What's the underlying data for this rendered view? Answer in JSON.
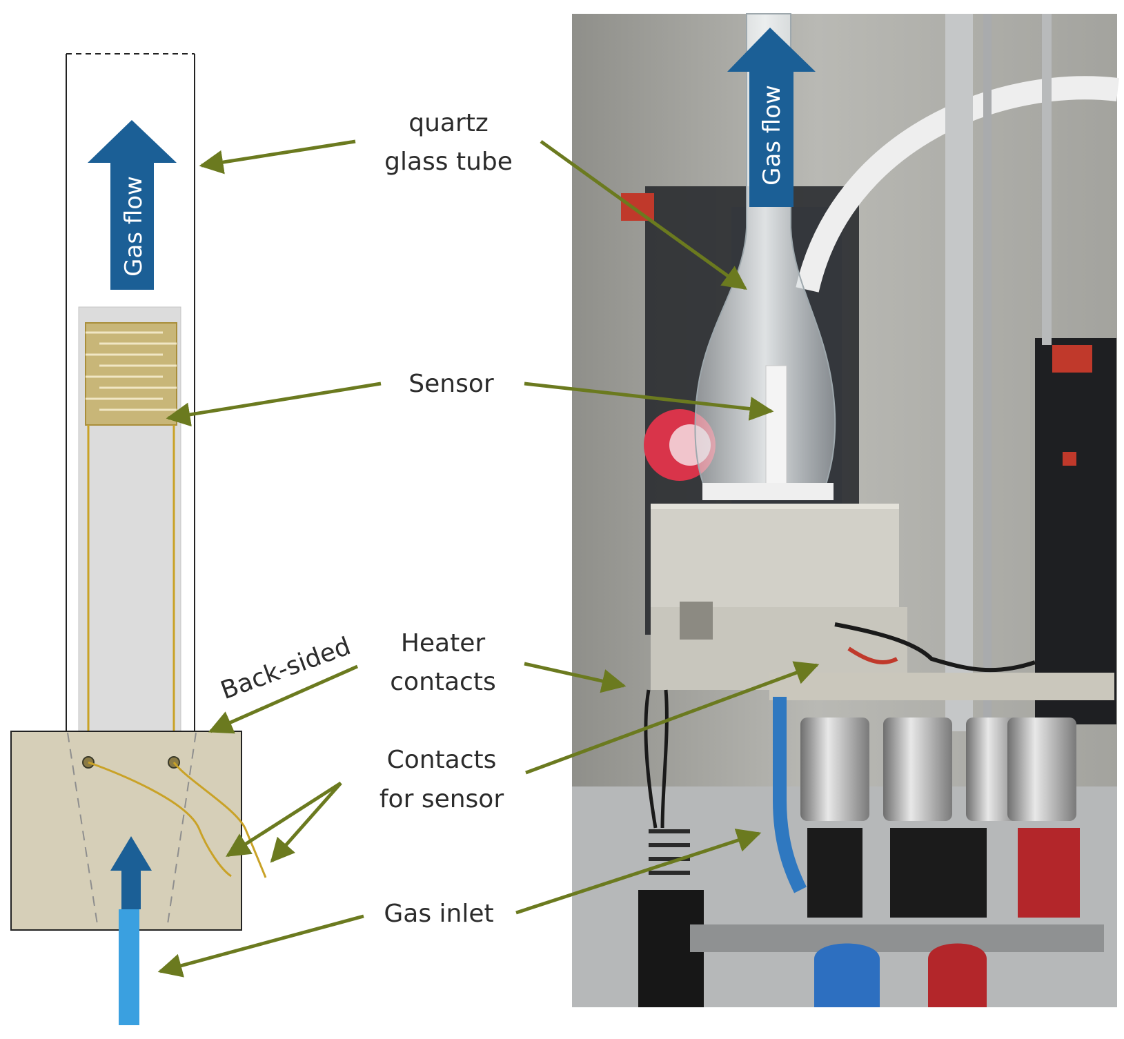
{
  "labels": {
    "quartz_line1": "quartz",
    "quartz_line2": "glass tube",
    "sensor": "Sensor",
    "back_sided": "Back-sided",
    "heater_line1": "Heater",
    "heater_line2": "contacts",
    "contacts_line1": "Contacts",
    "contacts_line2": "for sensor",
    "gas_inlet": "Gas inlet",
    "gas_flow_schematic": "Gas flow",
    "gas_flow_photo": "Gas flow"
  },
  "colors": {
    "annotation_arrow": "#6b7a1f",
    "flow_arrow": "#1b5f96",
    "inlet_tube": "#3aa0e0",
    "sensor_trace": "#c9a227",
    "mount_block": "#d6cfb8",
    "substrate": "#dcdcdc"
  },
  "icons": {
    "flow": "up-arrow-icon",
    "annotation": "pointer-arrow-icon"
  }
}
